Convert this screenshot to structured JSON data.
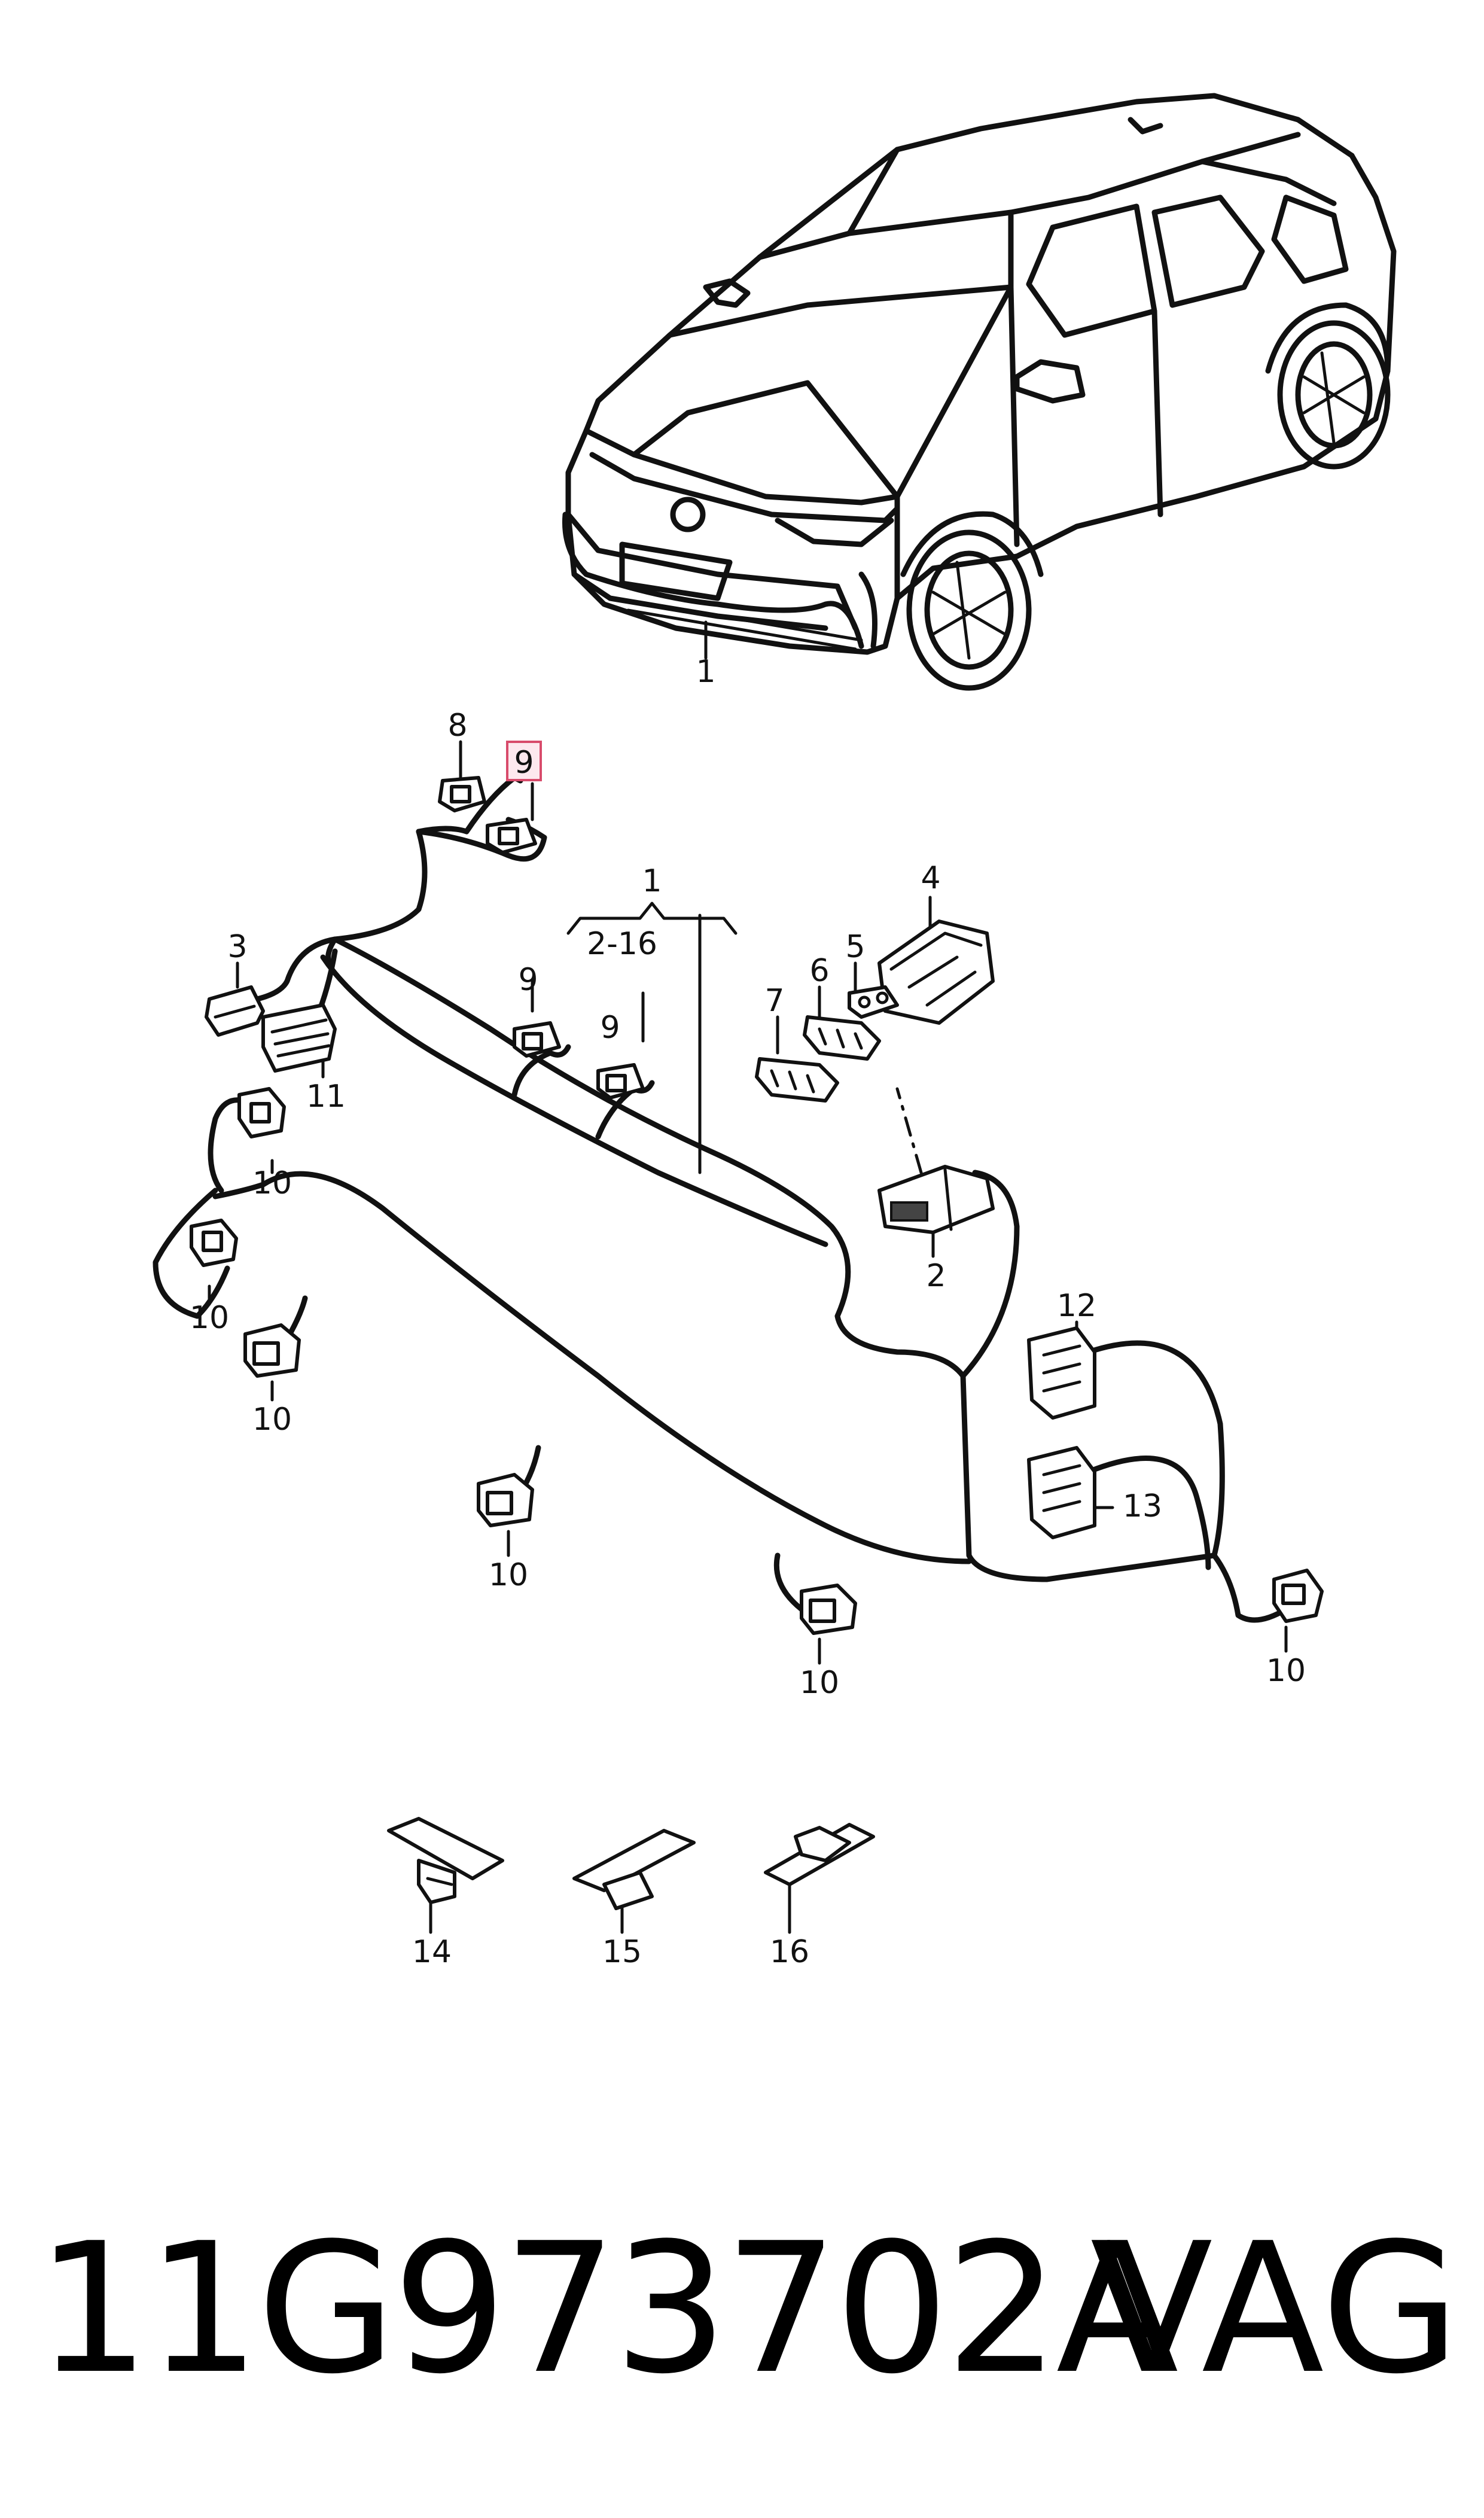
{
  "labels": {
    "car_1": "1",
    "harness_1": "1",
    "harness_range": "2-16",
    "l2": "2",
    "l3": "3",
    "l4": "4",
    "l5": "5",
    "l6": "6",
    "l7": "7",
    "l8": "8",
    "l9_highlight": "9",
    "l9_a": "9",
    "l9_b": "9",
    "l10_a": "10",
    "l10_b": "10",
    "l10_c": "10",
    "l10_d": "10",
    "l10_e": "10",
    "l10_f": "10",
    "l11": "11",
    "l12": "12",
    "l13": "13",
    "l14": "14",
    "l15": "15",
    "l16": "16"
  },
  "footer": {
    "part_number": "11G973702A",
    "brand": "VAG"
  },
  "colors": {
    "highlight_fill": "#fde8ee",
    "highlight_stroke": "#d84b6b"
  }
}
